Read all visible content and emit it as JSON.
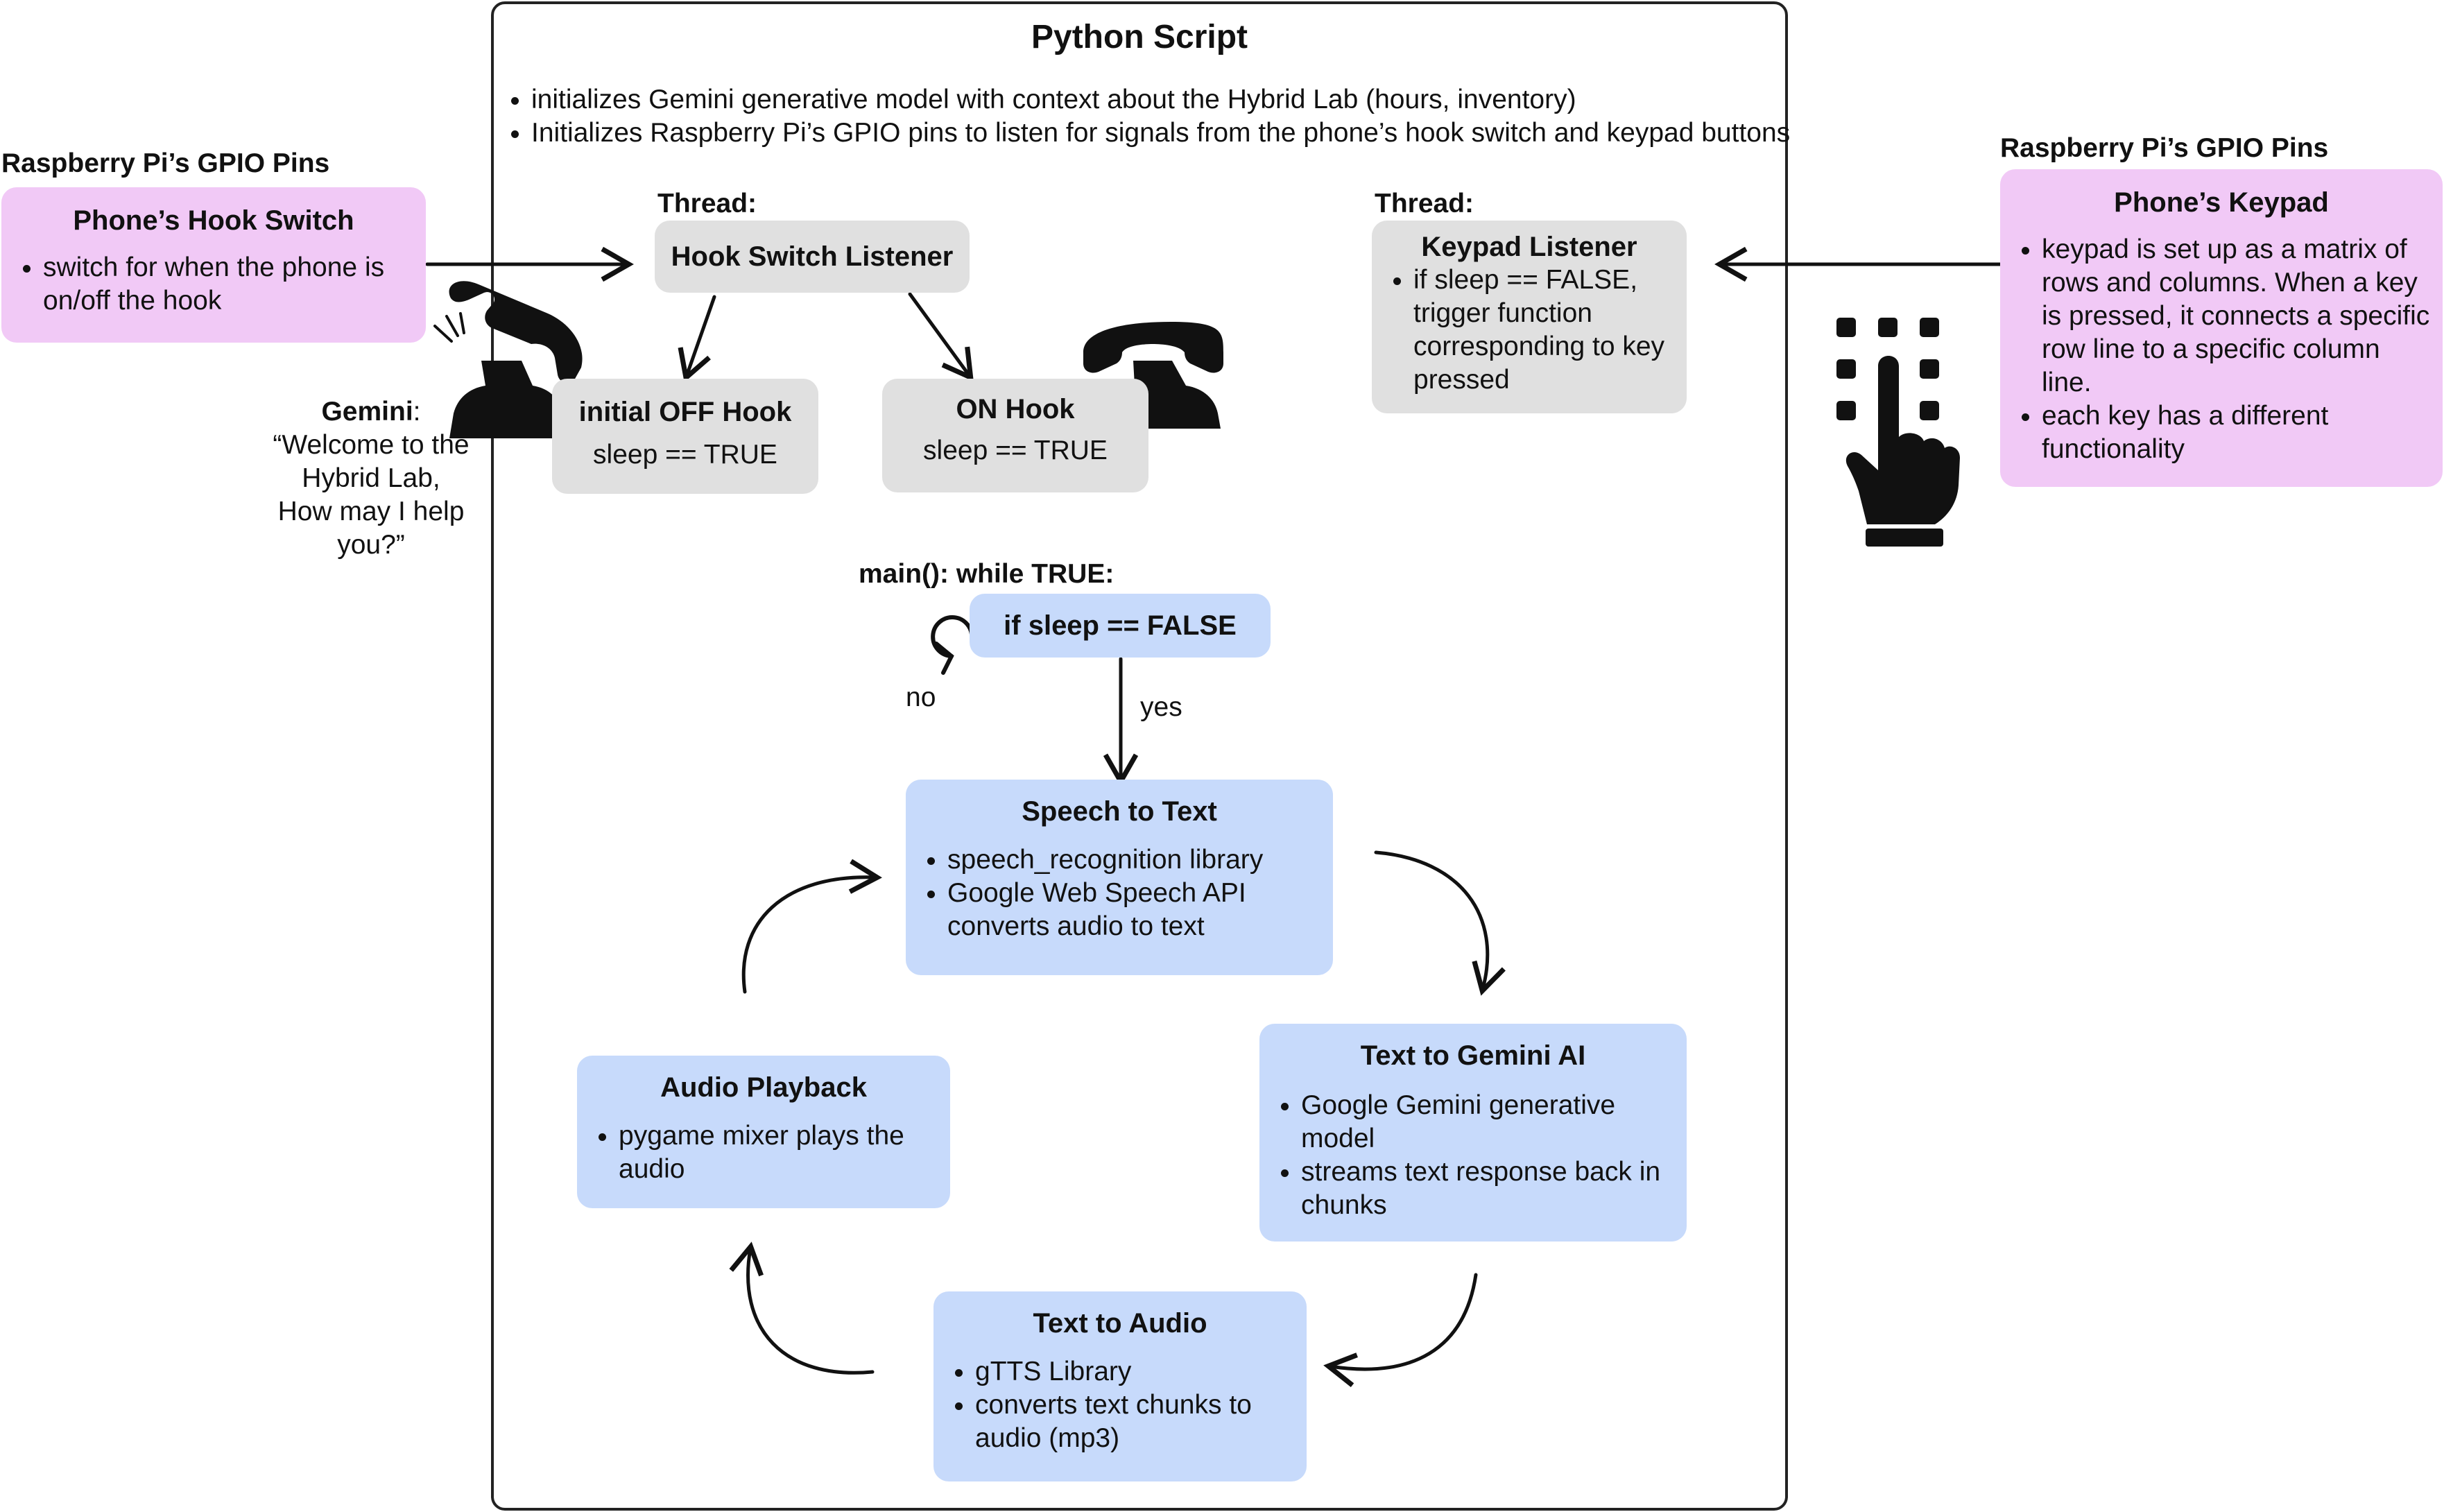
{
  "script_title": "Python Script",
  "script_bullets": [
    "initializes Gemini generative model with context about the Hybrid Lab (hours, inventory)",
    "Initializes Raspberry Pi’s GPIO pins to listen for signals from the phone’s hook switch and keypad buttons"
  ],
  "left_gpio": {
    "label": "Raspberry Pi’s GPIO Pins",
    "title": "Phone’s Hook Switch",
    "bullets": [
      "switch for when the phone is on/off the hook"
    ]
  },
  "right_gpio": {
    "label": "Raspberry Pi’s GPIO Pins",
    "title": "Phone’s Keypad",
    "bullets": [
      "keypad is set up as a matrix of rows and columns. When a key is pressed, it connects a specific row line to a specific column line.",
      "each key has a different functionality"
    ]
  },
  "gemini_quote": {
    "speaker": "Gemini",
    "colon": ":",
    "lines": [
      "“Welcome to the",
      "Hybrid Lab,",
      "How may I help",
      "you?”"
    ]
  },
  "hook_thread": {
    "label": "Thread:",
    "title": "Hook Switch Listener"
  },
  "off_hook": {
    "title": "initial OFF Hook",
    "line": "sleep == TRUE"
  },
  "on_hook": {
    "title": "ON Hook",
    "line": "sleep == TRUE"
  },
  "keypad_thread": {
    "label": "Thread:",
    "title": "Keypad Listener",
    "bullets": [
      "if sleep == FALSE, trigger function corresponding to key pressed"
    ]
  },
  "main_loop": {
    "label": "main():  while TRUE:",
    "condition": "if sleep == FALSE",
    "no_label": "no",
    "yes_label": "yes"
  },
  "speech_to_text": {
    "title": "Speech to Text",
    "bullets": [
      "speech_recognition library",
      "Google Web Speech API converts audio to text"
    ]
  },
  "text_to_gemini": {
    "title": "Text to Gemini AI",
    "bullets": [
      "Google Gemini generative model",
      "streams text response back in chunks"
    ]
  },
  "text_to_audio": {
    "title": "Text to Audio",
    "bullets": [
      "gTTS Library",
      "converts text chunks to audio (mp3)"
    ]
  },
  "audio_playback": {
    "title": "Audio Playback",
    "bullets": [
      "pygame mixer plays the audio"
    ]
  },
  "icons": {
    "left_phone": "phone-off-hook-icon",
    "right_phone": "desk-telephone-icon",
    "off_hook_phone": "telephone-base-icon",
    "keypad": "keypad-press-icon",
    "loop": "loop-arrow-icon"
  },
  "colors": {
    "pink": "#f1c9f6",
    "grey": "#e0e0e0",
    "blue": "#c7dafb",
    "ink": "#111111"
  }
}
